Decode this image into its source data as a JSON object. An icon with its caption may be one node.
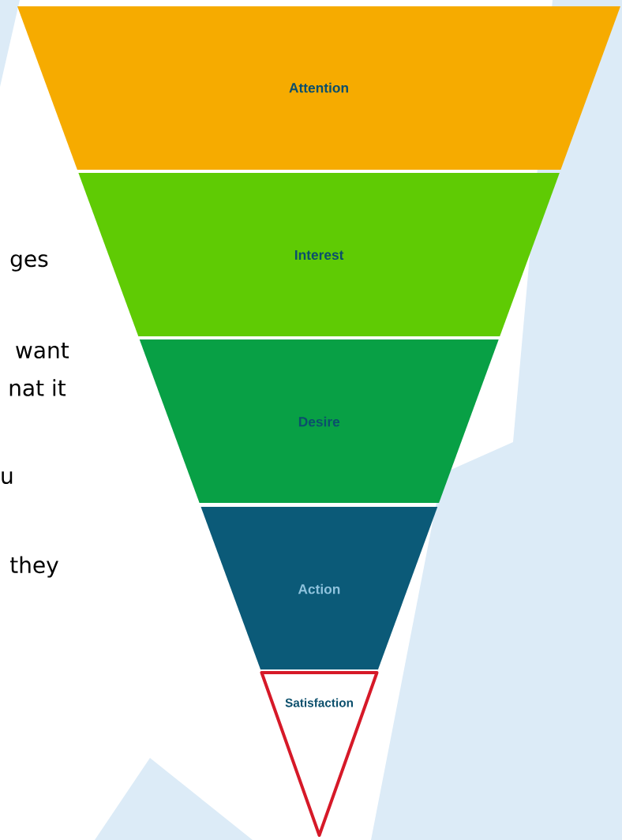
{
  "diagram": {
    "nodes": [
      {
        "text": [
          "Attention"
        ]
      },
      {
        "text": [
          "Interest"
        ]
      },
      {
        "text": [
          "Desire"
        ]
      },
      {
        "text": [
          "Action"
        ]
      },
      {
        "text": [
          "Satisfaction"
        ]
      }
    ],
    "labels": [
      "ges",
      "want",
      "nat it",
      "u",
      "they"
    ]
  }
}
